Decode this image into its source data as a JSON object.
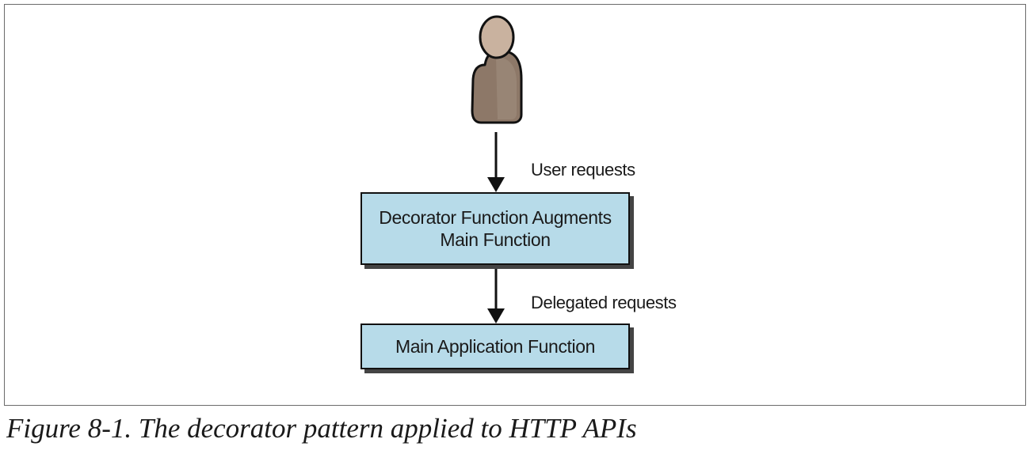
{
  "diagram": {
    "actor": "user-icon",
    "nodes": {
      "decorator": "Decorator Function Augments\nMain Function",
      "main": "Main Application Function"
    },
    "edges": {
      "user_to_decorator": "User requests",
      "decorator_to_main": "Delegated requests"
    },
    "colors": {
      "box_fill": "#b7dbe9",
      "box_border": "#111111",
      "person_body": "#8d7868",
      "person_head": "#c9b29f"
    }
  },
  "caption": "Figure 8-1. The decorator pattern applied to HTTP APIs"
}
